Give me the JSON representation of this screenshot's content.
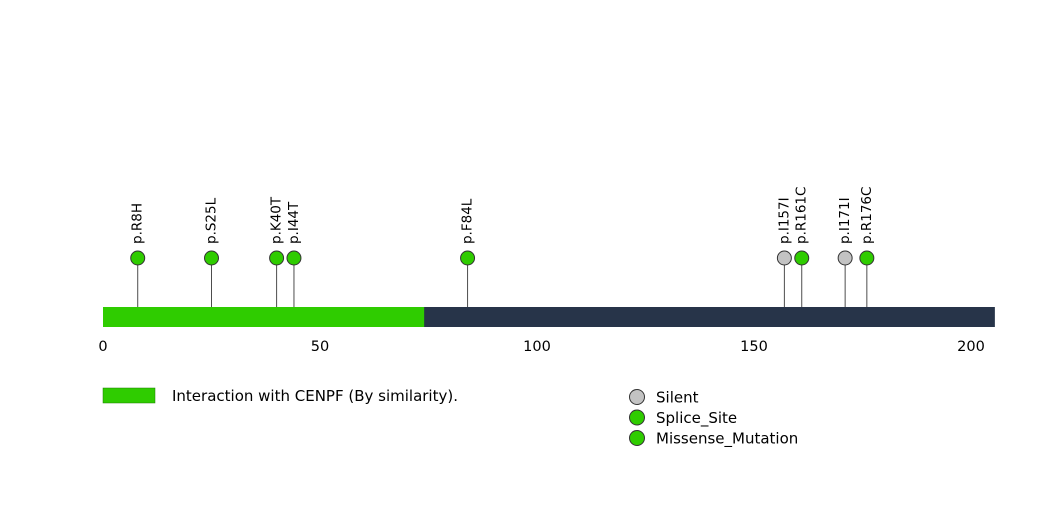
{
  "chart_data": {
    "type": "lollipop",
    "title": "",
    "xlabel": "",
    "axis_ticks": [
      0,
      50,
      100,
      150,
      200
    ],
    "xlim": [
      0,
      205.5
    ],
    "backbone_color": "#273449",
    "stem_color": "#4d4d4d",
    "circle_stroke_color": "#333333",
    "domains": [
      {
        "label": "Interaction with CENPF (By similarity).",
        "start": 0,
        "end": 74,
        "color": "#2FCC00"
      }
    ],
    "mutations": [
      {
        "label": "p.R8H",
        "position": 8,
        "type": "Missense_Mutation"
      },
      {
        "label": "p.S25L",
        "position": 25,
        "type": "Missense_Mutation"
      },
      {
        "label": "p.K40T",
        "position": 40,
        "type": "Missense_Mutation"
      },
      {
        "label": "p.I44T",
        "position": 44,
        "type": "Missense_Mutation"
      },
      {
        "label": "p.F84L",
        "position": 84,
        "type": "Missense_Mutation"
      },
      {
        "label": "p.I157I",
        "position": 157,
        "type": "Silent"
      },
      {
        "label": "p.R161C",
        "position": 161,
        "type": "Missense_Mutation"
      },
      {
        "label": "p.I171I",
        "position": 171,
        "type": "Silent"
      },
      {
        "label": "p.R176C",
        "position": 176,
        "type": "Missense_Mutation"
      }
    ],
    "mutation_type_colors": {
      "Silent": "#C3C3C3",
      "Splice_Site": "#2FCC00",
      "Missense_Mutation": "#2FCC00"
    },
    "legend": {
      "domain": {
        "label": "Interaction with CENPF (By similarity).",
        "color": "#2FCC00"
      },
      "types": [
        {
          "label": "Silent",
          "color": "#C3C3C3"
        },
        {
          "label": "Splice_Site",
          "color": "#2FCC00"
        },
        {
          "label": "Missense_Mutation",
          "color": "#2FCC00"
        }
      ]
    }
  }
}
